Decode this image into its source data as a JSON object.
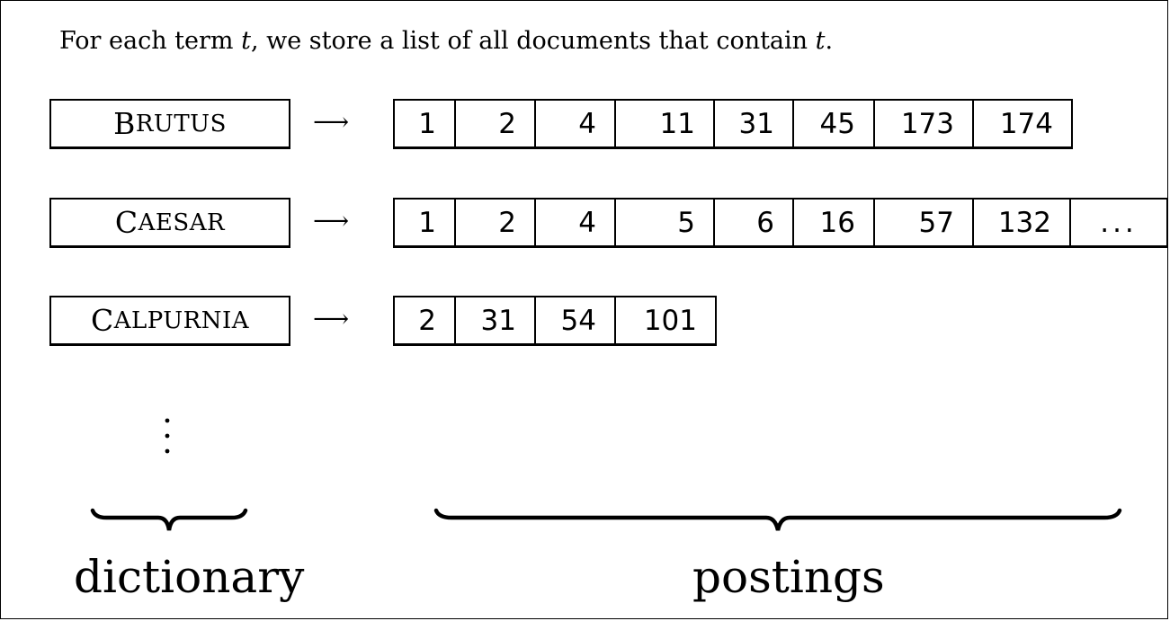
{
  "intro": {
    "prefix": "For each term ",
    "t1": "t",
    "middle": ", we store a list of all documents that contain ",
    "t2": "t",
    "suffix": "."
  },
  "terms": [
    {
      "first": "B",
      "rest": "RUTUS",
      "postings": [
        "1",
        "2",
        "4",
        "11",
        "31",
        "45",
        "173",
        "174"
      ],
      "continues": false
    },
    {
      "first": "C",
      "rest": "AESAR",
      "postings": [
        "1",
        "2",
        "4",
        "5",
        "6",
        "16",
        "57",
        "132"
      ],
      "continues": true
    },
    {
      "first": "C",
      "rest": "ALPURNIA",
      "postings": [
        "2",
        "31",
        "54",
        "101"
      ],
      "continues": false
    }
  ],
  "arrow": "⟶",
  "ellipsis": "...",
  "labels": {
    "dictionary": "dictionary",
    "postings": "postings"
  }
}
